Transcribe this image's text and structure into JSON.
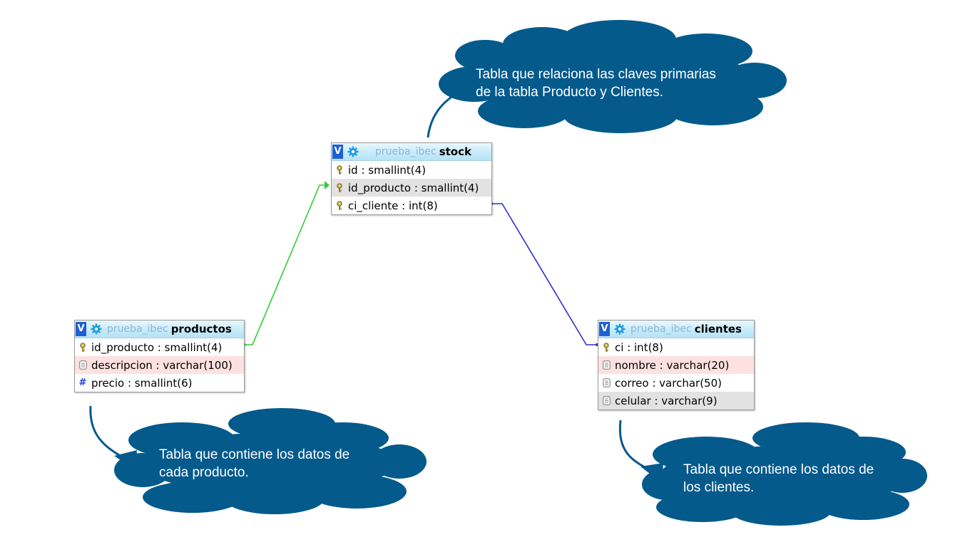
{
  "colors": {
    "cloud": "#055a8c",
    "relation_green": "#33cc33",
    "relation_blue": "#2f2fcc",
    "header_gradient_top": "#eaf8fd",
    "header_gradient_bottom": "#b5e3f7",
    "row_pink": "#fde1e1",
    "row_gray": "#e2e2e2"
  },
  "tables": {
    "stock": {
      "v_label": "V",
      "db": "prueba_ibec",
      "name": "stock",
      "columns": [
        {
          "name": "id",
          "sep": " : ",
          "type": "smallint(4)",
          "icon": "key-icon"
        },
        {
          "name": "id_producto",
          "sep": " : ",
          "type": "smallint(4)",
          "icon": "key-icon"
        },
        {
          "name": "ci_cliente",
          "sep": " : ",
          "type": "int(8)",
          "icon": "key-icon"
        }
      ]
    },
    "productos": {
      "v_label": "V",
      "db": "prueba_ibec",
      "name": "productos",
      "columns": [
        {
          "name": "id_producto",
          "sep": " : ",
          "type": "smallint(4)",
          "icon": "key-icon"
        },
        {
          "name": "descripcion",
          "sep": " : ",
          "type": "varchar(100)",
          "icon": "text-field-icon"
        },
        {
          "name": "precio",
          "sep": " : ",
          "type": "smallint(6)",
          "icon": "hash-icon"
        }
      ]
    },
    "clientes": {
      "v_label": "V",
      "db": "prueba_ibec",
      "name": "clientes",
      "columns": [
        {
          "name": "ci",
          "sep": " : ",
          "type": "int(8)",
          "icon": "key-icon"
        },
        {
          "name": "nombre",
          "sep": " : ",
          "type": "varchar(20)",
          "icon": "text-field-icon"
        },
        {
          "name": "correo",
          "sep": " : ",
          "type": "varchar(50)",
          "icon": "text-field-icon"
        },
        {
          "name": "celular",
          "sep": " : ",
          "type": "varchar(9)",
          "icon": "text-field-icon"
        }
      ]
    }
  },
  "callouts": {
    "stock": {
      "line1": "Tabla que relaciona las claves primarias",
      "line2": "de la tabla Producto y Clientes."
    },
    "productos": {
      "line1": "Tabla que contiene los datos de",
      "line2": "cada producto."
    },
    "clientes": {
      "line1": "Tabla que contiene los datos de",
      "line2": "los clientes."
    }
  },
  "relations": [
    {
      "from": "productos.id_producto",
      "to": "stock.id_producto",
      "color": "#33cc33"
    },
    {
      "from": "stock.ci_cliente",
      "to": "clientes.ci",
      "color": "#2f2fcc"
    }
  ]
}
